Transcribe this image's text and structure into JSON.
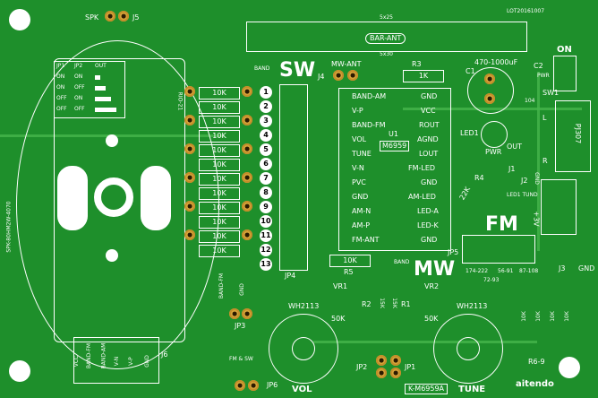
{
  "labels": {
    "spk": "SPK",
    "j5": "J5",
    "band": "BAND",
    "mw_ant": "MW-ANT",
    "j4": "J4",
    "sw": "SW",
    "mw": "MW",
    "fm": "FM",
    "r3": "R3",
    "r3_val": "1K",
    "bar_ant": "BAR-ANT",
    "size_5x25": "5x25",
    "size_5x30": "5x30",
    "lot": "LOT20161007",
    "cap_range": "470-1000uF",
    "c1": "C1",
    "c2": "C2",
    "on": "ON",
    "pwr": "PWR",
    "sw1": "SW1",
    "led1": "LED1",
    "led1_pwr": "PWR",
    "pj307": "PJ307",
    "l": "L",
    "r": "R",
    "j1": "J1",
    "out": "OUT",
    "r4": "R4",
    "r4_val": "22K",
    "led1_tund": "LED1 TUND",
    "j2": "J2",
    "gnd": "GND",
    "plus3v": "+3V",
    "r5": "R5",
    "r5_val": "10K",
    "jp4": "JP4",
    "jp5": "JP5",
    "vr1": "VR1",
    "vr2": "VR2",
    "wh2113_1": "WH2113",
    "wh2113_2": "WH2113",
    "k50_1": "50K",
    "k50_2": "50K",
    "r2": "R2",
    "r1": "R1",
    "r1_val": "15K",
    "r2_val": "15K",
    "jp2": "JP2",
    "jp1": "JP1",
    "jp3": "JP3",
    "jp6": "JP6",
    "j6": "J6",
    "j3": "J3",
    "r6_9": "R6-9",
    "fm_sw": "FM & SW",
    "vol": "VOL",
    "tune": "TUNE",
    "model": "K-M6959A",
    "brand": "aitendo",
    "u1": "U1",
    "chip": "M6959",
    "rio21": "RIO-21",
    "speaker": "SPK-80HM2W-4070",
    "band_fm": "BAND-FM",
    "gnd_jp3": "GND",
    "range_56_91": "56-91",
    "range_87_108": "87-108",
    "range_174_222": "174-222",
    "range_72_93": "72-93",
    "c104": "104"
  },
  "jp_table": {
    "headers": [
      "JP1",
      "JP2",
      "OUT"
    ],
    "rows": [
      [
        "ON",
        "ON",
        ""
      ],
      [
        "ON",
        "OFF",
        ""
      ],
      [
        "OFF",
        "ON",
        ""
      ],
      [
        "OFF",
        "OFF",
        ""
      ]
    ]
  },
  "left_pins": [
    "BAND-AM",
    "V-P",
    "BAND-FM",
    "VOL",
    "TUNE",
    "V-N",
    "PVC",
    "GND",
    "AM-N",
    "AM-P",
    "FM-ANT"
  ],
  "right_pins": [
    "GND",
    "VCC",
    "ROUT",
    "AGND",
    "LOUT",
    "FM-LED",
    "GND",
    "AM-LED",
    "LED-A",
    "LED-K",
    "GND"
  ],
  "resistor_ladder": [
    "10K",
    "10K",
    "10K",
    "10K",
    "10K",
    "10K",
    "10K",
    "10K",
    "10K",
    "10K",
    "10K",
    "10K"
  ],
  "ladder_numbers": [
    "1",
    "2",
    "3",
    "4",
    "5",
    "6",
    "7",
    "8",
    "9",
    "10",
    "11",
    "12",
    "13"
  ],
  "j6_pins": [
    "VCC",
    "BAND-FM",
    "BAND-AM",
    "V-N",
    "V-P",
    "GND"
  ],
  "r6_9_vals": [
    "10K",
    "10K",
    "10K",
    "10K"
  ]
}
